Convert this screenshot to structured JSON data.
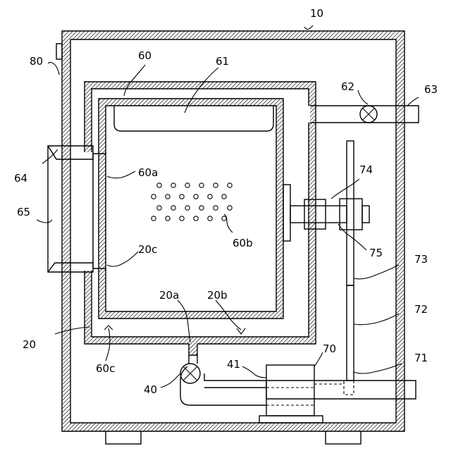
{
  "labels": {
    "cabinet": "10",
    "tub": "20",
    "tub_sump": "20a",
    "tub_bottom": "20b",
    "tub_gap": "20c",
    "drain_valve": "40",
    "drain_pipe": "41",
    "drum": "60",
    "drum_wall": "60a",
    "drum_holes": "60b",
    "drum_bottom": "60c",
    "baffle": "61",
    "inlet_valve": "62",
    "inlet_pipe": "63",
    "door": "64",
    "door_window": "65",
    "motor": "70",
    "motor_base": "71",
    "belt_lower": "72",
    "belt_upper": "73",
    "shaft": "74",
    "bearing": "75",
    "control_panel": "80"
  }
}
